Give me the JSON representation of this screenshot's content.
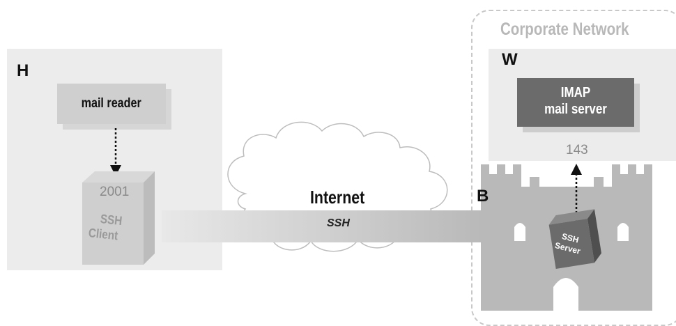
{
  "hosts": {
    "home": {
      "label": "H"
    },
    "work": {
      "label": "W"
    },
    "bastion": {
      "label": "B"
    }
  },
  "corporate_network": {
    "label": "Corporate Network"
  },
  "mail_reader": {
    "label": "mail reader"
  },
  "imap": {
    "line1": "IMAP",
    "line2": "mail server",
    "port": "143"
  },
  "ssh_client": {
    "port": "2001",
    "line1": "SSH",
    "line2": "Client"
  },
  "ssh_server": {
    "line1": "SSH",
    "line2": "Server"
  },
  "internet": {
    "label": "Internet",
    "tunnel_label": "SSH"
  },
  "colors": {
    "panel": "#ececec",
    "box_light": "#cfcfcf",
    "box_dark": "#6b6b6b",
    "castle": "#b9b9b9",
    "text_dark": "#111111",
    "text_muted": "#9a9a9a"
  }
}
